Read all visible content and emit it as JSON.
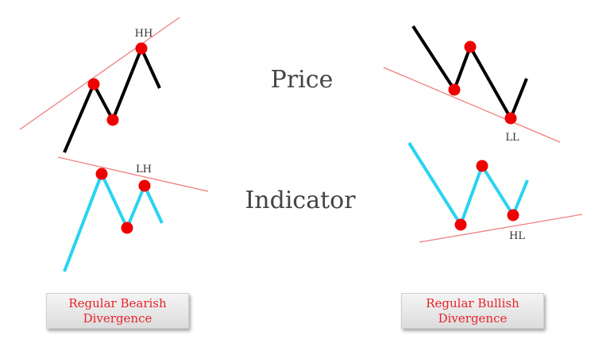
{
  "labels": {
    "price": "Price",
    "indicator": "Indicator",
    "bearish_price_point": "HH",
    "bearish_indicator_point": "LH",
    "bullish_price_point": "LL",
    "bullish_indicator_point": "HL"
  },
  "captions": {
    "bearish": {
      "line1": "Regular Bearish",
      "line2": "Divergence"
    },
    "bullish": {
      "line1": "Regular Bullish",
      "line2": "Divergence"
    }
  },
  "colors": {
    "price_line": "#000000",
    "indicator_line": "#29d3f2",
    "pivot": "#ee0000",
    "trendline": "#f07f7f",
    "caption_text": "#e8232a",
    "label_text": "#333333"
  }
}
